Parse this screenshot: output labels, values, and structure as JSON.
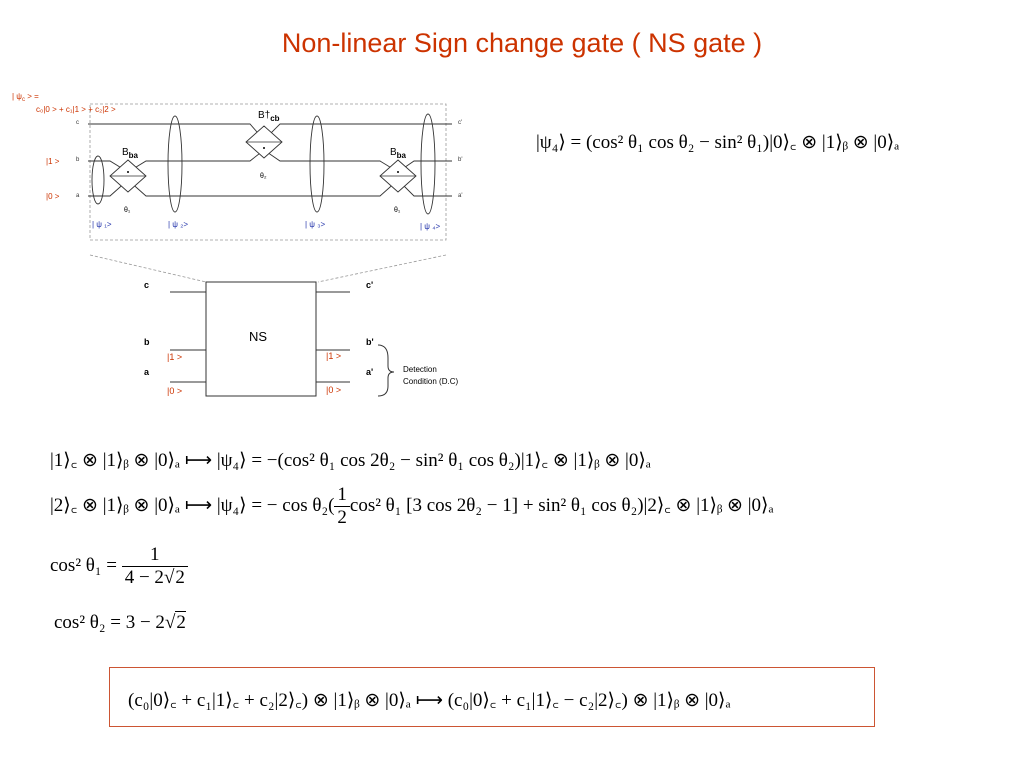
{
  "title": "Non-linear Sign change gate ( NS gate )",
  "circuit": {
    "input_state_label_1": "| ψ",
    "input_state_sub": "c",
    "input_state_label_2": " > =",
    "input_expansion": "c₀|0 > + c₁|1 > + c₂|2 >",
    "mode_c": "c",
    "mode_b": "b",
    "mode_a": "a",
    "ket_one": "|1 >",
    "ket_zero": "|0 >",
    "out_c": "c'",
    "out_b": "b'",
    "out_a": "a'",
    "bs_ba": "B",
    "bs_ba_sub": "ba",
    "bs_cb": "B†",
    "bs_cb_sub": "cb",
    "theta1": "θ₁",
    "theta2": "θ₂",
    "psi1": "| ψ ₁>",
    "psi2": "| ψ ₂>",
    "psi3": "| ψ ₃>",
    "psi4": "| ψ ₄>"
  },
  "block": {
    "label": "NS",
    "c": "c",
    "b": "b",
    "a": "a",
    "c_out": "c'",
    "b_out": "b'",
    "a_out": "a'",
    "in_one": "|1 >",
    "in_zero": "|0 >",
    "out_one": "|1 >",
    "out_zero": "|0 >",
    "detection_line1": "Detection",
    "detection_line2": "Condition (D.C)"
  },
  "equations": {
    "psi4": "|ψ₄⟩ = (cos² θ₁ cos θ₂ − sin² θ₁)|0⟩꜀ ⊗ |1⟩ᵦ ⊗ |0⟩ₐ",
    "map1": "|1⟩꜀ ⊗ |1⟩ᵦ ⊗ |0⟩ₐ ⟼ |ψ₄⟩ = −(cos² θ₁ cos 2θ₂ − sin² θ₁ cos θ₂)|1⟩꜀ ⊗ |1⟩ᵦ ⊗ |0⟩ₐ",
    "map2_pre": "|2⟩꜀ ⊗ |1⟩ᵦ ⊗ |0⟩ₐ ⟼ |ψ₄⟩ = − cos θ₂(",
    "map2_num": "1",
    "map2_den": "2",
    "map2_post": "cos² θ₁ [3 cos 2θ₂ − 1] + sin² θ₁ cos θ₂)|2⟩꜀ ⊗ |1⟩ᵦ ⊗ |0⟩ₐ",
    "cos1_lhs": "cos² θ₁ =",
    "cos1_num": "1",
    "cos1_den_pre": "4 − 2",
    "cos1_den_rad": "2",
    "cos2_lhs": "cos² θ₂ = 3 − 2",
    "cos2_rad": "2",
    "boxed": "(c₀|0⟩꜀ + c₁|1⟩꜀ + c₂|2⟩꜀) ⊗ |1⟩ᵦ ⊗ |0⟩ₐ ⟼ (c₀|0⟩꜀ + c₁|1⟩꜀ − c₂|2⟩꜀) ⊗ |1⟩ᵦ ⊗ |0⟩ₐ"
  },
  "colors": {
    "title": "#cc3300",
    "ket": "#cc3300",
    "psi": "#2233aa"
  }
}
